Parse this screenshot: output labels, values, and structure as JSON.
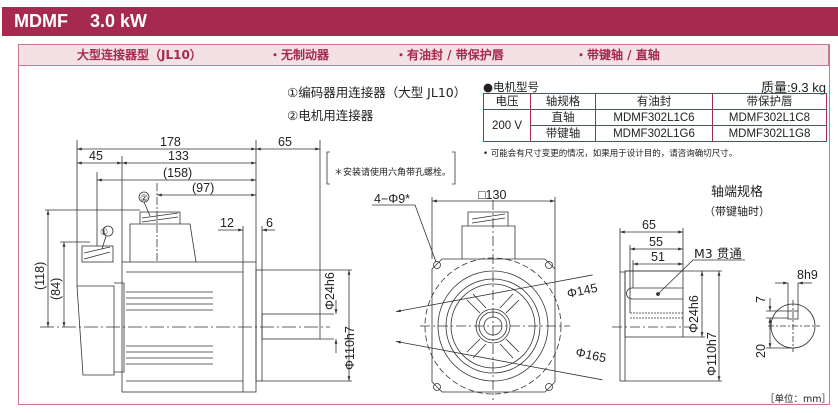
{
  "header": {
    "model": "MDMF",
    "power": "3.0 kW",
    "color": "#a6294f"
  },
  "subheader": {
    "items": [
      "大型连接器型（JL10）",
      "・无制动器",
      "・有油封 / 带保护唇",
      "・带键轴 / 直轴"
    ]
  },
  "legend": {
    "item1": "①编码器用连接器（大型 JL10）",
    "item2": "②电机用连接器",
    "note_bolt": "＊安装请使用六角带孔螺栓。"
  },
  "spec": {
    "title": "●电机型号",
    "weight": "质量:9.3 kg",
    "headers": [
      "电压",
      "轴规格",
      "有油封",
      "带保护唇"
    ],
    "voltage": "200 V",
    "rows": [
      {
        "shaft": "直轴",
        "oil_seal": "MDMF302L1C6",
        "protect_lip": "MDMF302L1C8"
      },
      {
        "shaft": "带键轴",
        "oil_seal": "MDMF302L1G6",
        "protect_lip": "MDMF302L1G8"
      }
    ],
    "note": "• 可能会有尺寸变更的情况，如果用于设计目的，请咨询确切尺寸。"
  },
  "side_view": {
    "dims": {
      "total": "178",
      "shaft_len": "65",
      "rear": "45",
      "body": "133",
      "enc_pos": "(158)",
      "mot_pos": "(97)",
      "d12": "12",
      "d6": "6",
      "h118": "(118)",
      "h84": "(84)",
      "shaft_dia": "Φ24h6",
      "spigot_dia": "Φ110h7"
    },
    "markers": {
      "m1": "①",
      "m2": "②"
    }
  },
  "front_view": {
    "dims": {
      "square": "□130",
      "holes": "4−Φ9*",
      "pcd": "Φ145",
      "outer": "Φ165"
    }
  },
  "shaft_end": {
    "title": "轴端规格",
    "subtitle": "（带键轴时）",
    "dims": {
      "l65": "65",
      "l55": "55",
      "l51": "51",
      "tap": "M3 贯通",
      "shaft_dia": "Φ24h6",
      "spigot_dia": "Φ110h7",
      "key_w": "8h9",
      "key_h": "7",
      "key_d": "20"
    }
  },
  "unit": "［单位：mm］"
}
